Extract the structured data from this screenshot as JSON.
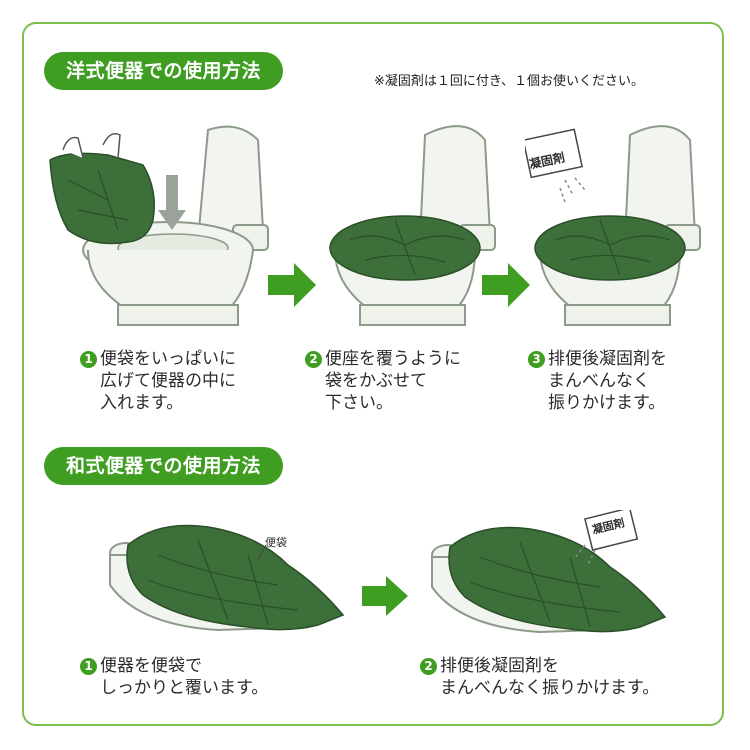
{
  "colors": {
    "brand_green": "#3f9e22",
    "bag_green": "#3d6f3a",
    "frame_green": "#7cbf4a",
    "toilet_fill": "#f2f5ef",
    "toilet_stroke": "#8c9a8a"
  },
  "western": {
    "heading": "洋式便器での使用方法",
    "note": "※凝固剤は１回に付き、１個お使いください。",
    "agent_label": "凝固剤",
    "steps": [
      {
        "num": "1",
        "lines": [
          "便袋をいっぱいに",
          "広げて便器の中に",
          "入れます。"
        ]
      },
      {
        "num": "2",
        "lines": [
          "便座を覆うように",
          "袋をかぶせて",
          "下さい。"
        ]
      },
      {
        "num": "3",
        "lines": [
          "排便後凝固剤を",
          "まんべんなく",
          "振りかけます。"
        ]
      }
    ]
  },
  "japanese": {
    "heading": "和式便器での使用方法",
    "bag_label": "便袋",
    "agent_label": "凝固剤",
    "steps": [
      {
        "num": "1",
        "lines": [
          "便器を便袋で",
          "しっかりと覆います。"
        ]
      },
      {
        "num": "2",
        "lines": [
          "排便後凝固剤を",
          "まんべんなく振りかけます。"
        ]
      }
    ]
  },
  "icons": {
    "arrow": "right-arrow-icon",
    "down_arrow": "down-arrow-icon",
    "number_badge": "circled-number-icon"
  }
}
